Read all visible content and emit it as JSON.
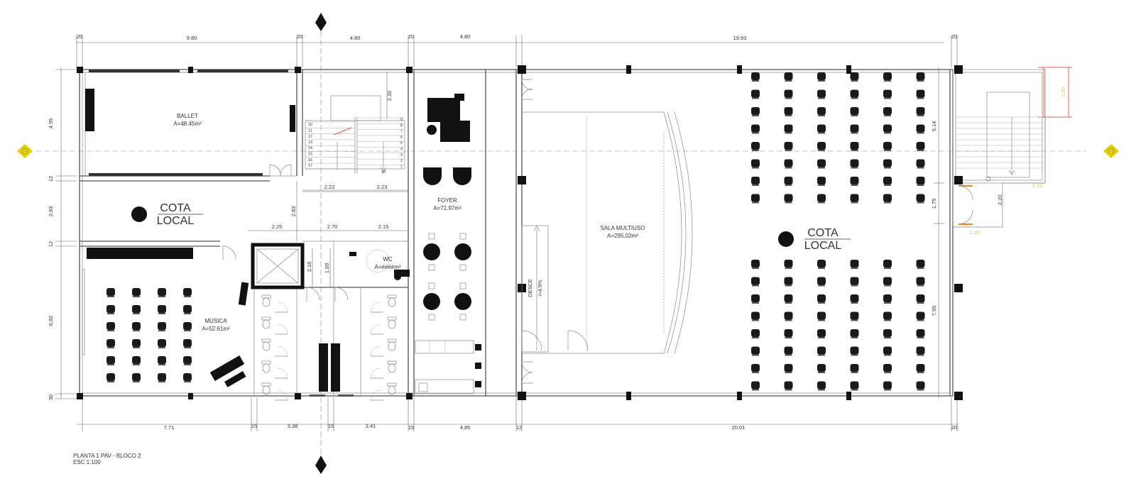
{
  "rooms": {
    "ballet": {
      "name": "BALLET",
      "area": "A=48.45m²"
    },
    "musica": {
      "name": "MÚSICA",
      "area": "A=52.61m²"
    },
    "foyer": {
      "name": "FOYER",
      "area": "A=71.97m²"
    },
    "wc": {
      "name": "WC",
      "area": "A=####m²"
    },
    "sala": {
      "name": "SALA MULTIUSO",
      "area": "A=295.02m²"
    },
    "ramp": {
      "name": "DESCE",
      "slope": "i=4.9%"
    }
  },
  "cota": {
    "left": {
      "line1": "COTA",
      "line2": "LOCAL"
    },
    "right": {
      "line1": "COTA",
      "line2": "LOCAL"
    }
  },
  "level_markers": {
    "left": "0",
    "right": "0"
  },
  "dims": {
    "top": [
      "20",
      "9.80",
      "20",
      "4.80",
      "20",
      "4.80",
      "19.93",
      "20"
    ],
    "bottom": [
      "7.71",
      "15",
      "3.38",
      "15",
      "3.41",
      "15",
      "4.85",
      "12",
      "20.01",
      "20"
    ],
    "left": [
      "4.95",
      "12",
      "2.83",
      "12",
      "6.82",
      "30"
    ],
    "right": [
      "5.14",
      "1.75",
      "7.95"
    ],
    "interior": {
      "stair_rise": "2.20",
      "stair_w1": "2.22",
      "stair_w2": "2.23",
      "v283": "2.83",
      "w225": "2.25",
      "w270": "2.70",
      "w215": "2.15",
      "v216": "2.16",
      "v169": "1.69",
      "ext_v220": "2.20",
      "ext_h220a": "2.20",
      "ext_h220b": "2.20",
      "ext_red": "2.20"
    }
  },
  "stair_steps": {
    "left": [
      "10",
      "11",
      "12",
      "13",
      "14",
      "15",
      "16",
      "17"
    ],
    "right": [
      "9",
      "8",
      "7",
      "6",
      "5",
      "4",
      "3",
      "2",
      "1"
    ],
    "label": "S"
  },
  "caption": {
    "line1": "PLANTA 1 PAV - BLOCO 2",
    "line2": "ESC 1:100"
  },
  "colors": {
    "ink": "#111111",
    "dim_yellow": "#e6d200",
    "dim_red": "#e02020",
    "door_orange": "#f08020"
  }
}
